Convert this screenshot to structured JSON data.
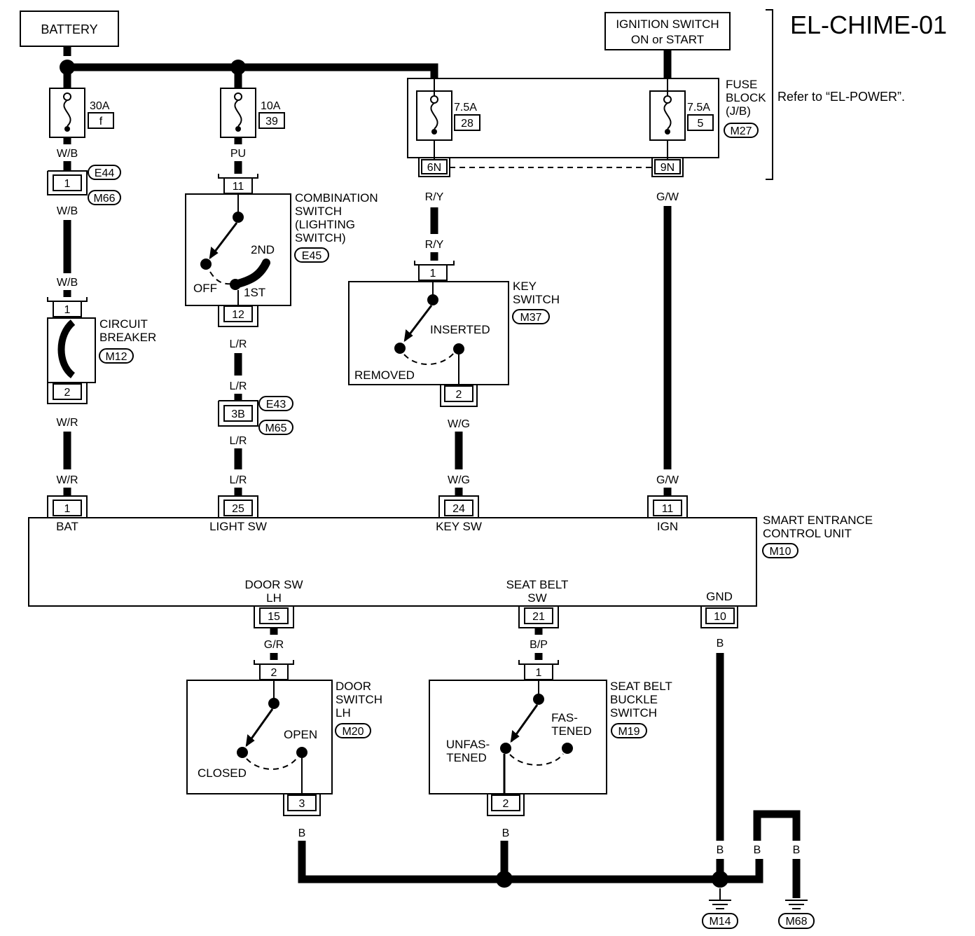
{
  "title": "EL-CHIME-01",
  "battery_label": "BATTERY",
  "ignition": {
    "line1": "IGNITION SWITCH",
    "line2": "ON or START"
  },
  "fuse_block": {
    "line1": "FUSE",
    "line2": "BLOCK",
    "line3": "(J/B)",
    "conn": "M27",
    "refer": "Refer to “EL-POWER”."
  },
  "fuses": [
    {
      "amp": "30A",
      "num": "f"
    },
    {
      "amp": "10A",
      "num": "39"
    },
    {
      "amp": "7.5A",
      "num": "28"
    },
    {
      "amp": "7.5A",
      "num": "5"
    }
  ],
  "fuse_terms": {
    "a": "6N",
    "b": "9N"
  },
  "wire_colors": {
    "wb": "W/B",
    "pu": "PU",
    "ry": "R/Y",
    "gw": "G/W",
    "wr": "W/R",
    "lr": "L/R",
    "wg": "W/G",
    "gr": "G/R",
    "bp": "B/P",
    "b": "B"
  },
  "joint1": {
    "pin": "1",
    "c1": "E44",
    "c2": "M66"
  },
  "joint2": {
    "pin": "3B",
    "c1": "E43",
    "c2": "M65"
  },
  "combo_switch": {
    "line1": "COMBINATION",
    "line2": "SWITCH",
    "line3": "(LIGHTING",
    "line4": "SWITCH)",
    "conn": "E45",
    "pin_top": "11",
    "pin_bottom": "12",
    "off": "OFF",
    "first": "1ST",
    "second": "2ND"
  },
  "breaker": {
    "line1": "CIRCUIT",
    "line2": "BREAKER",
    "conn": "M12",
    "pin_top": "1",
    "pin_bottom": "2"
  },
  "key_switch": {
    "line1": "KEY",
    "line2": "SWITCH",
    "conn": "M37",
    "pin_top": "1",
    "pin_bottom": "2",
    "inserted": "INSERTED",
    "removed": "REMOVED"
  },
  "control_unit": {
    "line1": "SMART ENTRANCE",
    "line2": "CONTROL UNIT",
    "conn": "M10",
    "pins_top": [
      {
        "pin": "1",
        "label": "BAT"
      },
      {
        "pin": "25",
        "label": "LIGHT SW"
      },
      {
        "pin": "24",
        "label": "KEY SW"
      },
      {
        "pin": "11",
        "label": "IGN"
      }
    ],
    "door": {
      "l1": "DOOR SW",
      "l2": "LH",
      "pin": "15"
    },
    "belt": {
      "l1": "SEAT BELT",
      "l2": "SW",
      "pin": "21"
    },
    "gnd": {
      "l1": "GND",
      "pin": "10"
    }
  },
  "door_switch": {
    "line1": "DOOR",
    "line2": "SWITCH",
    "line3": "LH",
    "conn": "M20",
    "pin_top": "2",
    "pin_bottom": "3",
    "open": "OPEN",
    "closed": "CLOSED"
  },
  "belt_switch": {
    "line1": "SEAT BELT",
    "line2": "BUCKLE",
    "line3": "SWITCH",
    "conn": "M19",
    "pin_top": "1",
    "pin_bottom": "2",
    "fastened1": "FAS-",
    "fastened2": "TENED",
    "unfastened1": "UNFAS-",
    "unfastened2": "TENED"
  },
  "grounds": {
    "g1": "M14",
    "g2": "M68"
  }
}
